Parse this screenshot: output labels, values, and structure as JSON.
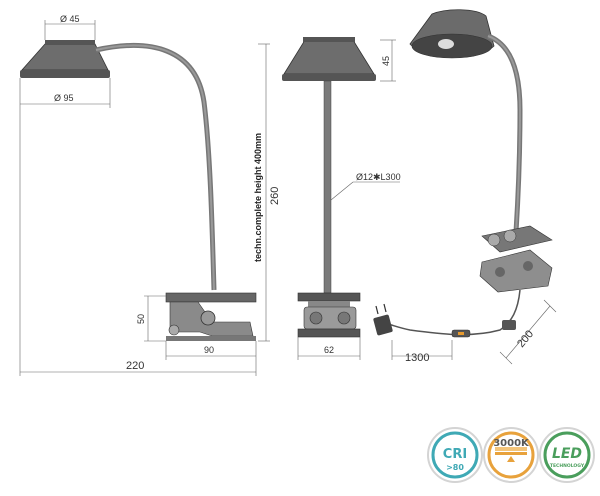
{
  "dimensions": {
    "head_top": "Ø 45",
    "head_base": "Ø 95",
    "total_width": "220",
    "clamp_width": "90",
    "clamp_height": "50",
    "arm_height": "260",
    "front_base": "62",
    "shade_height": "45",
    "rod": "Ø12✱L300",
    "cable": "1300",
    "clip_angle": "200"
  },
  "note": "techn.complete height 400mm",
  "badges": {
    "cri": {
      "label": "CRI",
      "value": ">80",
      "color": "#3fa9b5"
    },
    "kelvin": {
      "label": "3000K",
      "color": "#e8a23c"
    },
    "led": {
      "label": "LED",
      "sub": "TECHNOLOGY",
      "color": "#4a9e5c"
    }
  }
}
